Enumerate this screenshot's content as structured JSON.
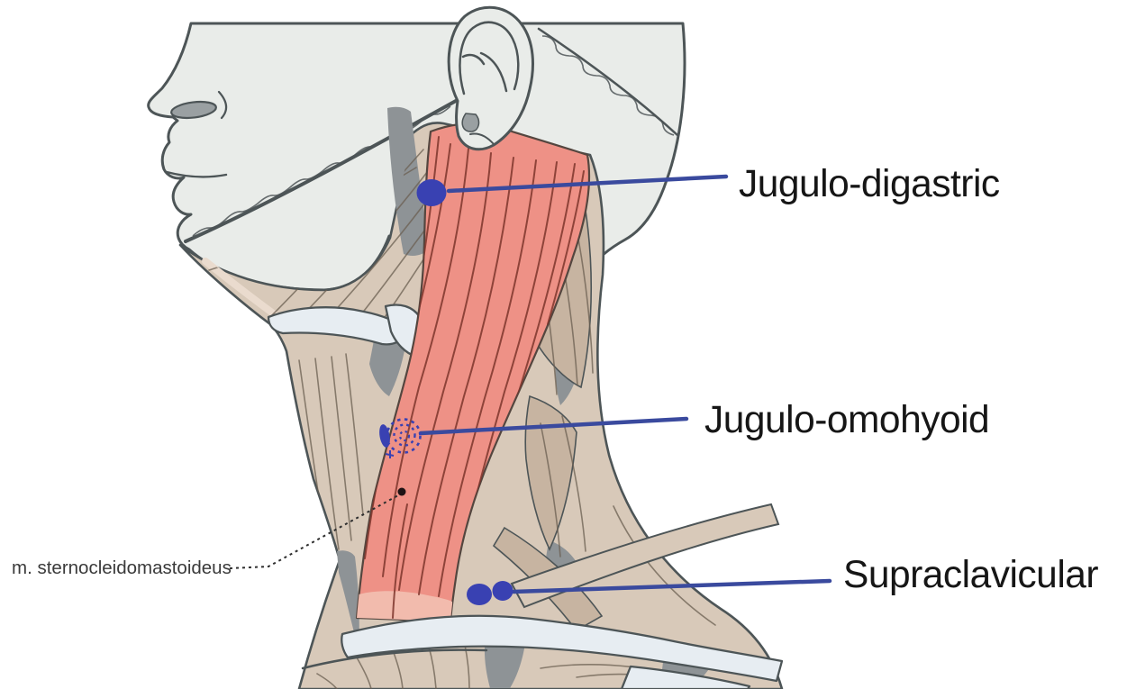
{
  "labels": {
    "jugulo_digastric": "Jugulo-digastric",
    "jugulo_omohyoid": "Jugulo-omohyoid",
    "supraclavicular": "Supraclavicular",
    "sternocleidomastoideus": "m. sternocleidomastoideus"
  },
  "colors": {
    "background": "#ffffff",
    "head_fill": "#e9ece9",
    "outline": "#4d5557",
    "skin_shadow": "#9aa0a2",
    "muscle_tan": "#d8c9b9",
    "muscle_tan_dark": "#c7b4a1",
    "muscle_red": "#ee9186",
    "muscle_red_stria": "#7d352c",
    "tendon_pink": "#f2bbad",
    "gray_gap": "#8e9396",
    "bone_white": "#e7edf2",
    "node_blue": "#3941b2",
    "leader_blue": "#3a4a9e",
    "label_color": "#161616",
    "muscle_label_color": "#3a3a3a"
  }
}
